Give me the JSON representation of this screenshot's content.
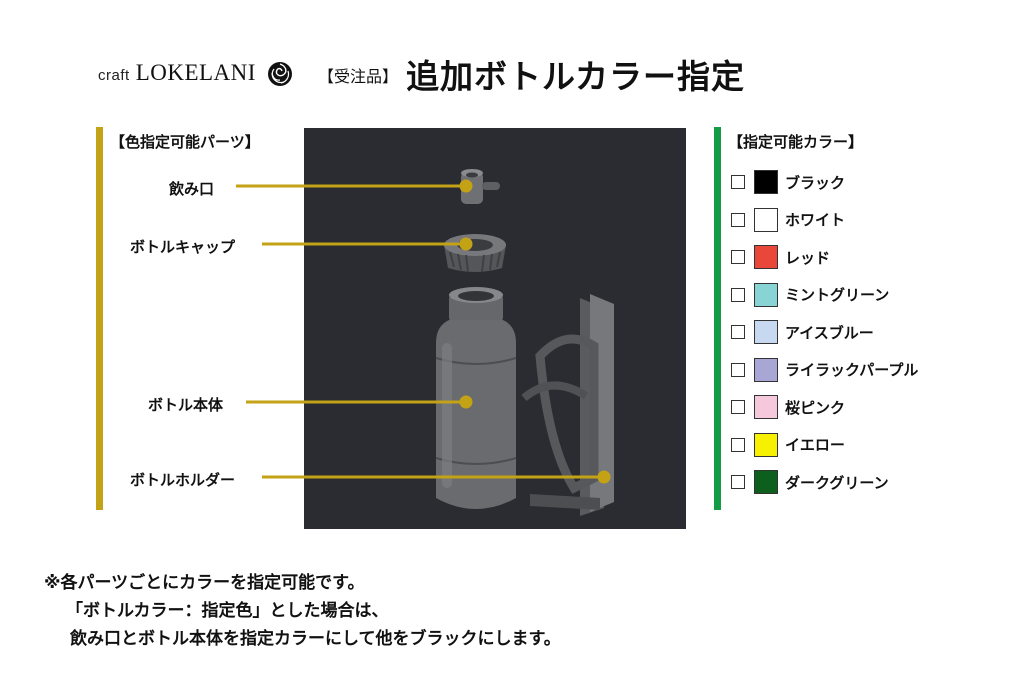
{
  "brand": {
    "prefix": "craft",
    "name": "LOKELANI"
  },
  "title": {
    "tag": "【受注品】",
    "main": "追加ボトルカラー指定"
  },
  "parts": {
    "heading": "【色指定可能パーツ】",
    "items": [
      {
        "label": "飲み口"
      },
      {
        "label": "ボトルキャップ"
      },
      {
        "label": "ボトル本体"
      },
      {
        "label": "ボトルホルダー"
      }
    ],
    "leader_color": "#c4a216"
  },
  "colors": {
    "heading": "【指定可能カラー】",
    "items": [
      {
        "name": "ブラック",
        "hex": "#000000"
      },
      {
        "name": "ホワイト",
        "hex": "#ffffff"
      },
      {
        "name": "レッド",
        "hex": "#e8473a"
      },
      {
        "name": "ミントグリーン",
        "hex": "#88d3d4"
      },
      {
        "name": "アイスブルー",
        "hex": "#c6d9f1"
      },
      {
        "name": "ライラックパープル",
        "hex": "#a8a6d4"
      },
      {
        "name": "桜ピンク",
        "hex": "#f5c8dc"
      },
      {
        "name": "イエロー",
        "hex": "#f7f000"
      },
      {
        "name": "ダークグリーン",
        "hex": "#0d5f1e"
      }
    ]
  },
  "notes": {
    "line1": "※各パーツごとにカラーを指定可能です。",
    "line2": "「ボトルカラー：指定色」とした場合は、",
    "line3": "飲み口とボトル本体を指定カラーにして他をブラックにします。"
  },
  "accent": {
    "left_bar": "#c4a216",
    "right_bar": "#149b45",
    "photo_bg": "#2a2c31"
  }
}
